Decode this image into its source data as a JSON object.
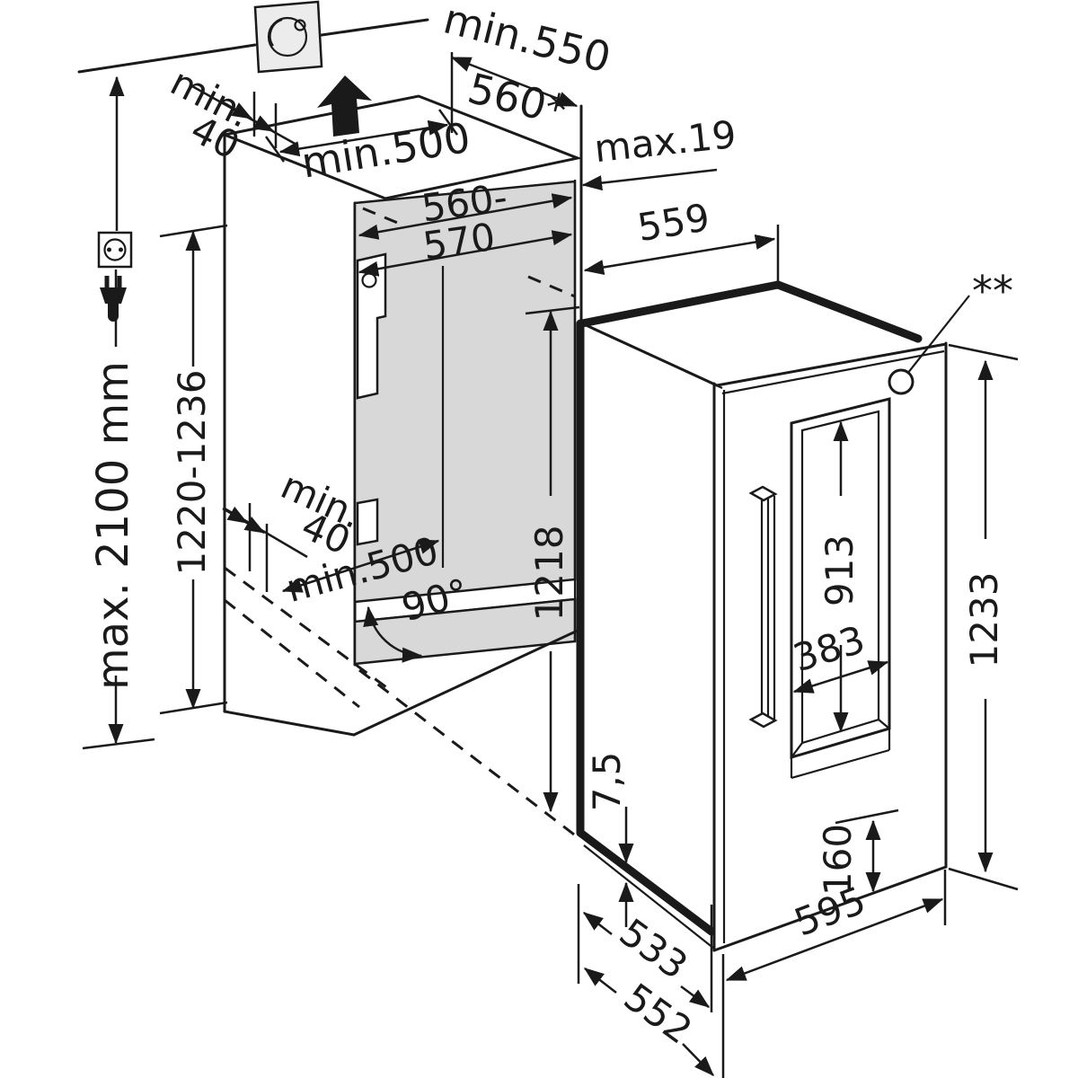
{
  "diagram": {
    "type": "appliance-built-in-installation-dimension-drawing",
    "colors": {
      "line": "#1a1a1a",
      "niche_fill": "#d8d8d8",
      "plate_fill": "#ececec"
    },
    "dimensions": {
      "ceiling_height": "max. 2100 mm",
      "niche_height": "1220-1236",
      "top_rear_gap_word": "min.",
      "top_rear_gap_value": "40",
      "vent_top": "min.500",
      "niche_depth_min": "min.550",
      "niche_depth_alt": "560*",
      "furniture_front_max": "max.19",
      "niche_width_line1": "560-",
      "niche_width_line2": "570",
      "top_depth": "559",
      "rear_gap_word": "min.",
      "rear_gap_value": "40",
      "vent_bottom": "min.500",
      "door_opening_angle": "90°",
      "door_height": "1218",
      "glass_height": "913",
      "glass_width": "383",
      "appliance_height": "1233",
      "glass_bottom_offset": "160",
      "bottom_gap": "7,5",
      "carcass_depth": "533",
      "door_depth": "552",
      "appliance_width": "595",
      "footnote_marker": "**"
    }
  }
}
